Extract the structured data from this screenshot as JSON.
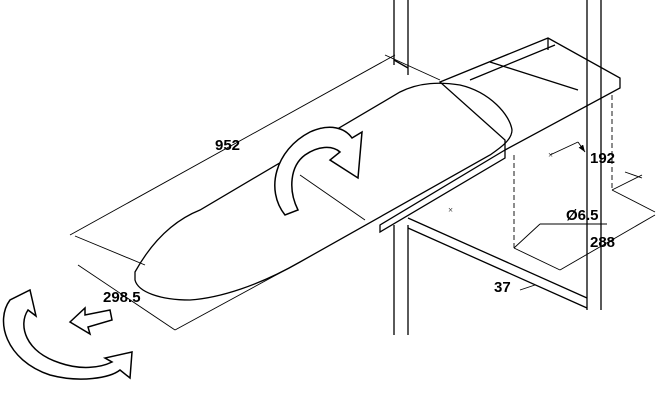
{
  "dimensions": {
    "length": "952",
    "width": "298.5",
    "rail_offset": "192",
    "hole_diameter": "Ø6.5",
    "hole_spacing": "288",
    "edge_offset": "37"
  },
  "colors": {
    "board_fill": "#e6e6e6",
    "line": "#000000"
  }
}
